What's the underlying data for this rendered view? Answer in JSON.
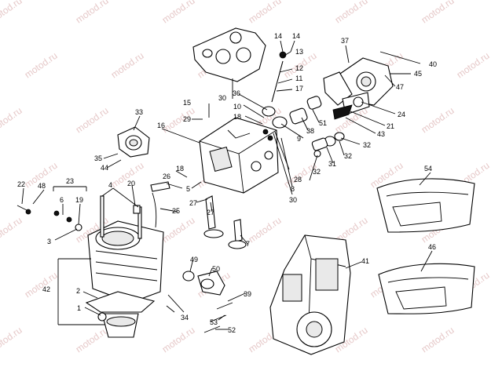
{
  "watermark_text": "motod.ru",
  "callouts": [
    "1",
    "2",
    "3",
    "4",
    "5",
    "6",
    "7",
    "8",
    "9",
    "10",
    "11",
    "12",
    "13",
    "14",
    "14",
    "15",
    "16",
    "17",
    "18",
    "19",
    "20",
    "21",
    "22",
    "23",
    "24",
    "25",
    "26",
    "27",
    "28",
    "29",
    "30",
    "30",
    "31",
    "32",
    "32",
    "32",
    "33",
    "34",
    "35",
    "36",
    "37",
    "38",
    "39",
    "40",
    "41",
    "42",
    "43",
    "44",
    "45",
    "46",
    "47",
    "48",
    "49",
    "50",
    "51",
    "52",
    "53",
    "54"
  ]
}
